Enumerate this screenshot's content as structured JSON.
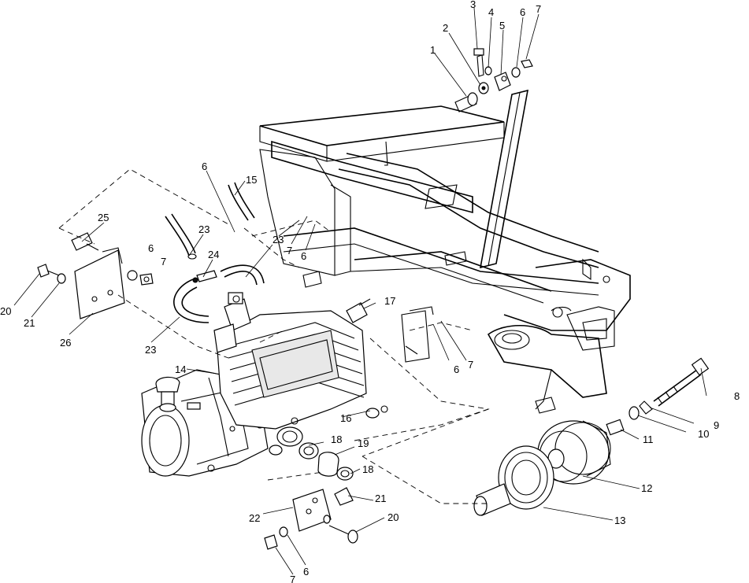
{
  "callouts": {
    "c1": "1",
    "c2": "2",
    "c3": "3",
    "c4": "4",
    "c5": "5",
    "c6a": "6",
    "c7a": "7",
    "c6b": "6",
    "c15": "15",
    "c25": "25",
    "c23a": "23",
    "c23b": "23",
    "c6c": "6",
    "c7b": "7",
    "c7c": "7",
    "c6d": "6",
    "c24": "24",
    "c20a": "20",
    "c21a": "21",
    "c26": "26",
    "c23c": "23",
    "c17": "17",
    "c6e": "6",
    "c7d": "7",
    "c14": "14",
    "c16": "16",
    "c8": "8",
    "c9": "9",
    "c10": "10",
    "c11": "11",
    "c18a": "18",
    "c19": "19",
    "c18b": "18",
    "c12": "12",
    "c21b": "21",
    "c22": "22",
    "c20b": "20",
    "c13": "13",
    "c7e": "7",
    "c6f": "6"
  }
}
